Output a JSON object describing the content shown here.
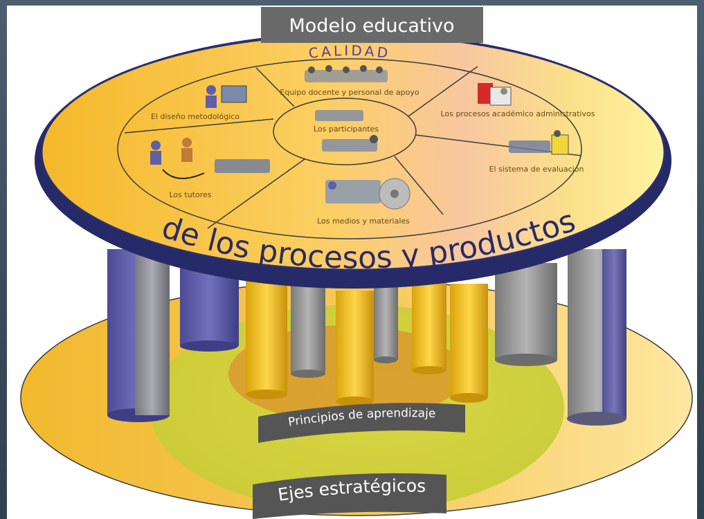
{
  "title": "Modelo educativo",
  "top_arc_text": "CALIDAD",
  "big_arc_text": "de los procesos y productos",
  "center_label": "Los participantes",
  "segments": [
    "Equipo docente y personal de apoyo",
    "Los procesos académico administrativos",
    "El sistema de evaluación",
    "Los medios y materiales",
    "Los tutores",
    "El diseño metodológico"
  ],
  "inner_base_label": "Principios de aprendizaje",
  "outer_base_label": "Ejes estratégicos",
  "colors": {
    "table_top": "#f7c344",
    "rim": "#2b2e6e",
    "column_blue": "#5f5fa8",
    "column_gray": "#9a9a9a",
    "column_yellow": "#f5c21b",
    "base": "#f3c24a",
    "inner_base": "#c9cf33",
    "core_base": "#d9992e",
    "label_box": "#666666"
  }
}
